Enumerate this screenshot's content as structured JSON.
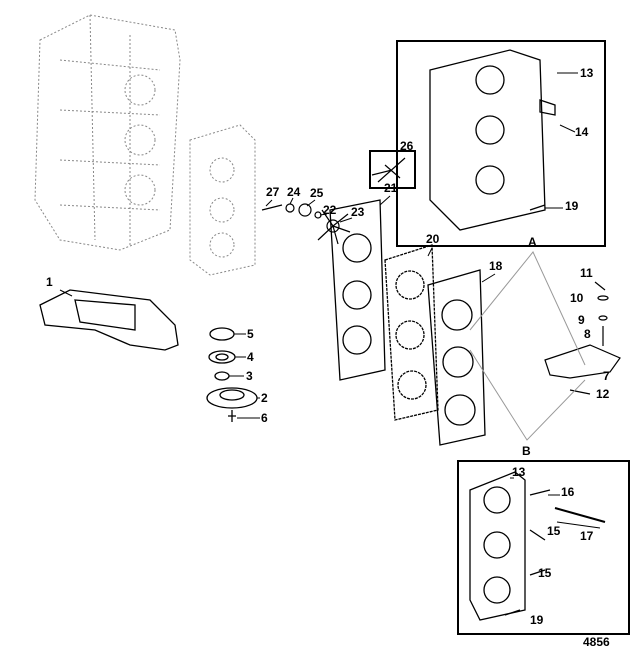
{
  "callouts": {
    "p1": "1",
    "p2": "2",
    "p3": "3",
    "p4": "4",
    "p5": "5",
    "p6": "6",
    "p7": "7",
    "p8": "8",
    "p9": "9",
    "p10": "10",
    "p11": "11",
    "p12": "12",
    "p13a": "13",
    "p14": "14",
    "p19a": "19",
    "p13b": "13",
    "p15a": "15",
    "p15b": "15",
    "p16": "16",
    "p17": "17",
    "p19b": "19",
    "p18": "18",
    "p20": "20",
    "p21": "21",
    "p22": "22",
    "p23": "23",
    "p24": "24",
    "p25": "25",
    "p26": "26",
    "p27": "27"
  },
  "views": {
    "a": "A",
    "b": "B"
  },
  "figure_number": "4856"
}
